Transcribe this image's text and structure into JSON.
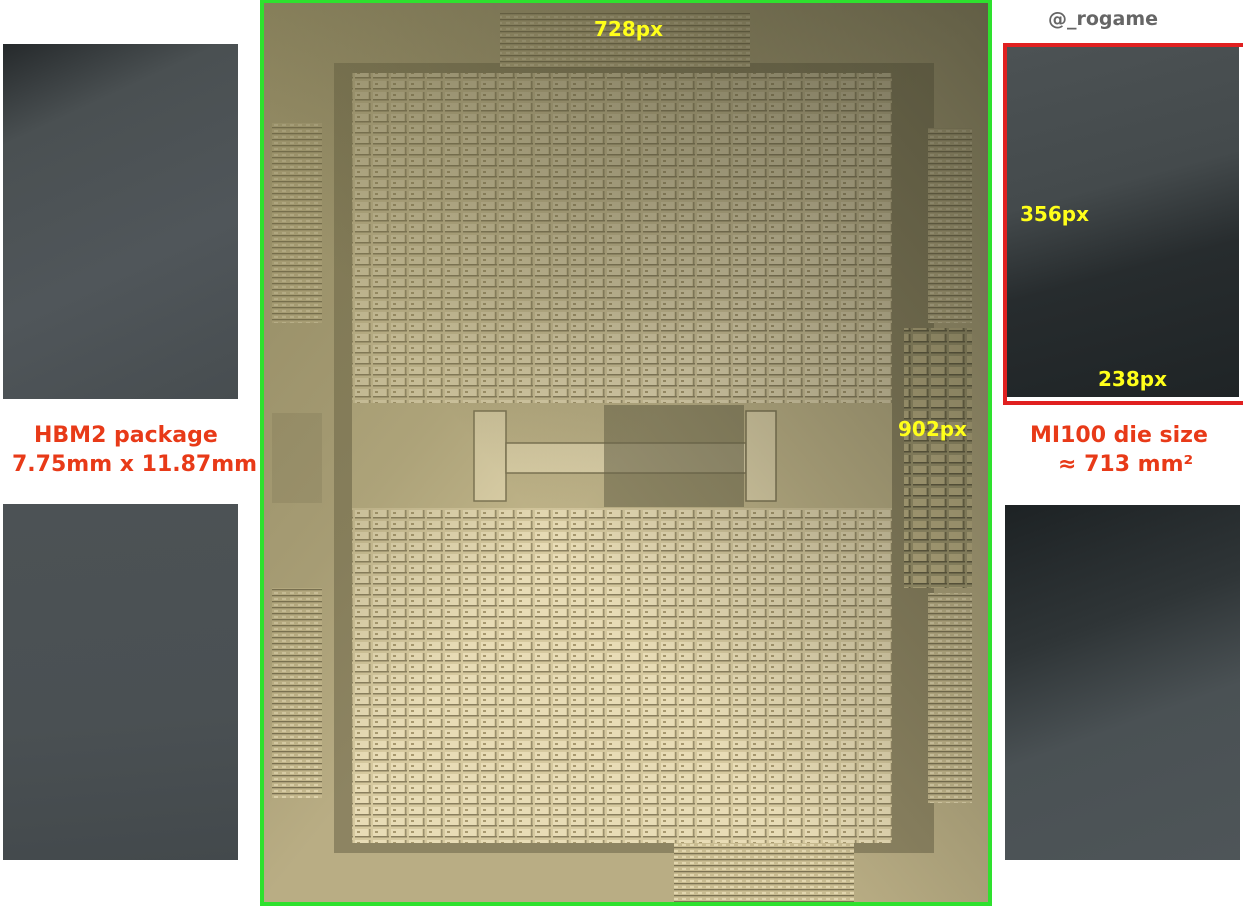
{
  "credit": "@_rogame",
  "labels": {
    "die_width_px": "728px",
    "die_height_px": "902px",
    "hbm_height_px": "356px",
    "hbm_width_px": "238px"
  },
  "captions": {
    "hbm_line1": "HBM2 package",
    "hbm_line2": "7.75mm x 11.87mm",
    "die_line1": "MI100 die size",
    "die_line2": "≈ 713 mm²"
  },
  "colors": {
    "die_outline": "#2ee12e",
    "hbm_outline": "#e02020",
    "measure_text": "#ffff1a",
    "caption_text": "#e83a18",
    "credit_text": "#666666"
  }
}
